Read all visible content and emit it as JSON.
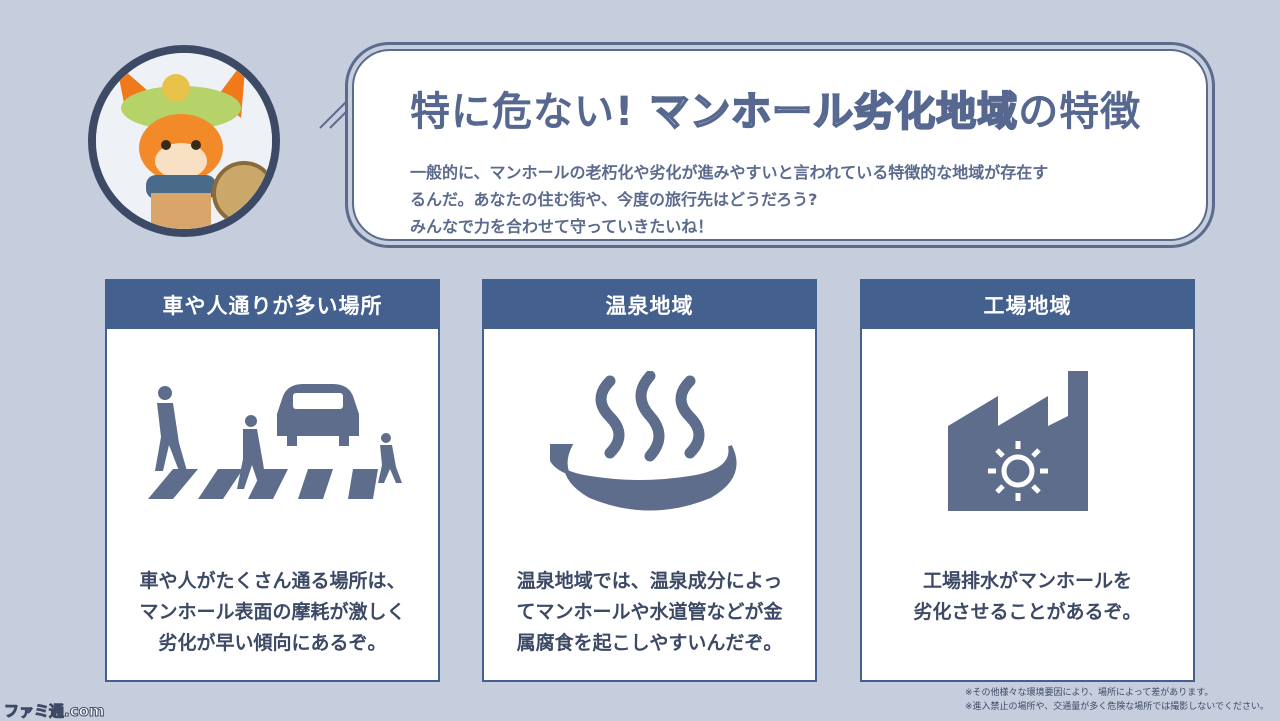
{
  "header": {
    "title_part1": "特に危ない!",
    "title_part2": "マンホール劣化地域",
    "title_part3": "の特徴",
    "description": [
      "一般的に、マンホールの老朽化や劣化が進みやすいと言われている特徴的な地域が存在す",
      "るんだ。あなたの住む街や、今度の旅行先はどうだろう?",
      "みんなで力を合わせて守っていきたいね！"
    ]
  },
  "cards": [
    {
      "title": "車や人通りが多い場所",
      "icon": "crosswalk-icon",
      "text": [
        "車や人がたくさん通る場所は、",
        "マンホール表面の摩耗が激しく",
        "劣化が早い傾向にあるぞ。"
      ]
    },
    {
      "title": "温泉地域",
      "icon": "hot-spring-icon",
      "text": [
        "温泉地域では、温泉成分によっ",
        "てマンホールや水道管などが金",
        "属腐食を起こしやすいんだぞ。"
      ]
    },
    {
      "title": "工場地域",
      "icon": "factory-icon",
      "text": [
        "工場排水がマンホールを",
        "劣化させることがあるぞ。"
      ]
    }
  ],
  "notes": [
    "※その他様々な環境要因により、場所によって差があります。",
    "※進入禁止の場所や、交通量が多く危険な場所では撮影しないでください。"
  ],
  "watermark": "ファミ通.com",
  "colors": {
    "background": "#c6cedd",
    "header": "#44608f",
    "icon": "#5e6d8c"
  }
}
